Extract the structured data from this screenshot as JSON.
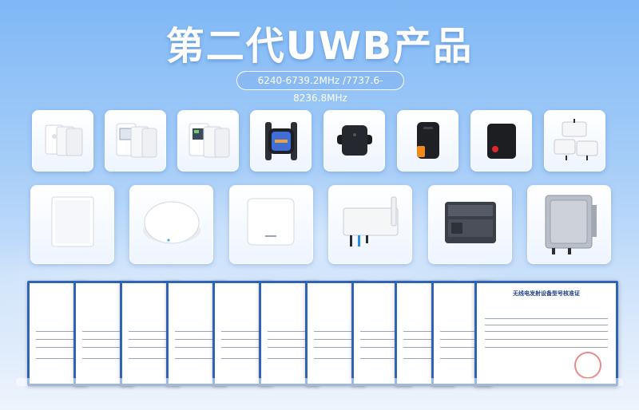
{
  "banner": {
    "title": "第二代UWB产品",
    "frequency_bands": "6240-6739.2MHz /7737.6-8236.8MHz"
  },
  "colors": {
    "background_top": "#7fb8f6",
    "background_bottom": "#eef4fc",
    "certificate_border": "#2f63b5",
    "title_text": "#ffffff"
  },
  "products_row1": [
    {
      "icon": "white-tag-badges-icon"
    },
    {
      "icon": "eink-display-badges-icon"
    },
    {
      "icon": "color-display-badges-icon"
    },
    {
      "icon": "smartwatch-icon"
    },
    {
      "icon": "black-wrist-tag-icon"
    },
    {
      "icon": "black-orange-tag-icon"
    },
    {
      "icon": "black-tag-red-button-icon"
    },
    {
      "icon": "outdoor-anchor-boxes-icon"
    }
  ],
  "products_row2": [
    {
      "icon": "flat-square-anchor-icon"
    },
    {
      "icon": "dome-anchor-icon"
    },
    {
      "icon": "square-ceiling-anchor-icon"
    },
    {
      "icon": "outdoor-antenna-anchor-icon"
    },
    {
      "icon": "gateway-box-icon"
    },
    {
      "icon": "industrial-enclosure-icon"
    }
  ],
  "certificate": {
    "title": "无线电发射设备型号核准证"
  }
}
